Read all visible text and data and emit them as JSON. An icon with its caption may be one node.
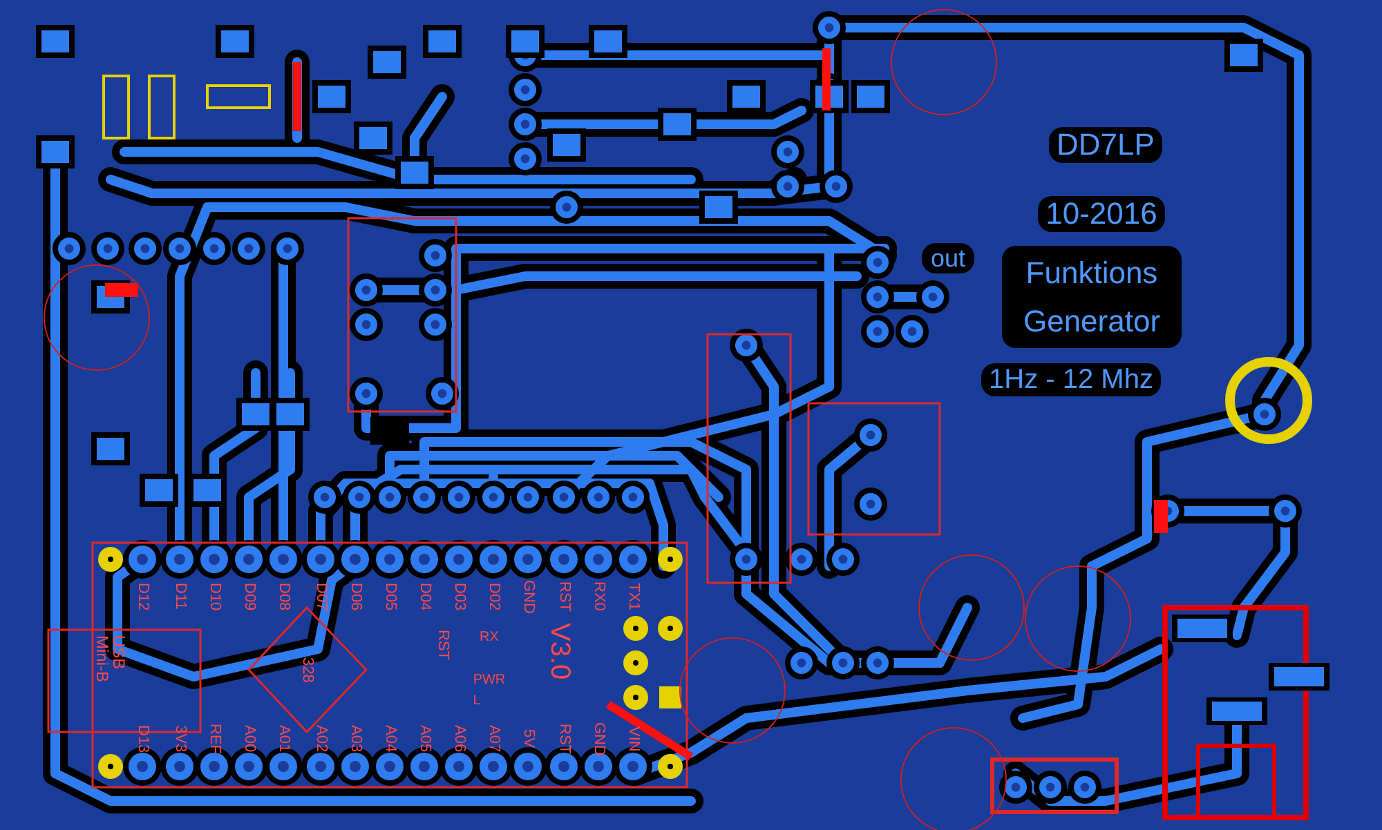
{
  "diagram": {
    "labels": [
      "DD7LP",
      "10-2016",
      "Funktions Generator",
      "out",
      "1Hz - 12 Mhz",
      "D12",
      "D11",
      "D10",
      "D09",
      "D08",
      "D07",
      "D06",
      "D05",
      "D04",
      "D03",
      "D02",
      "GND",
      "RST",
      "RX0",
      "TX1",
      "USB Mini-B",
      "328",
      "RST",
      "PWR",
      "RX",
      "V3.0",
      "D13",
      "3V3",
      "REF",
      "A00",
      "A01",
      "A02",
      "A03",
      "A04",
      "A05",
      "A06",
      "A07",
      "5V",
      "RST",
      "GND",
      "VIN",
      "L"
    ]
  }
}
